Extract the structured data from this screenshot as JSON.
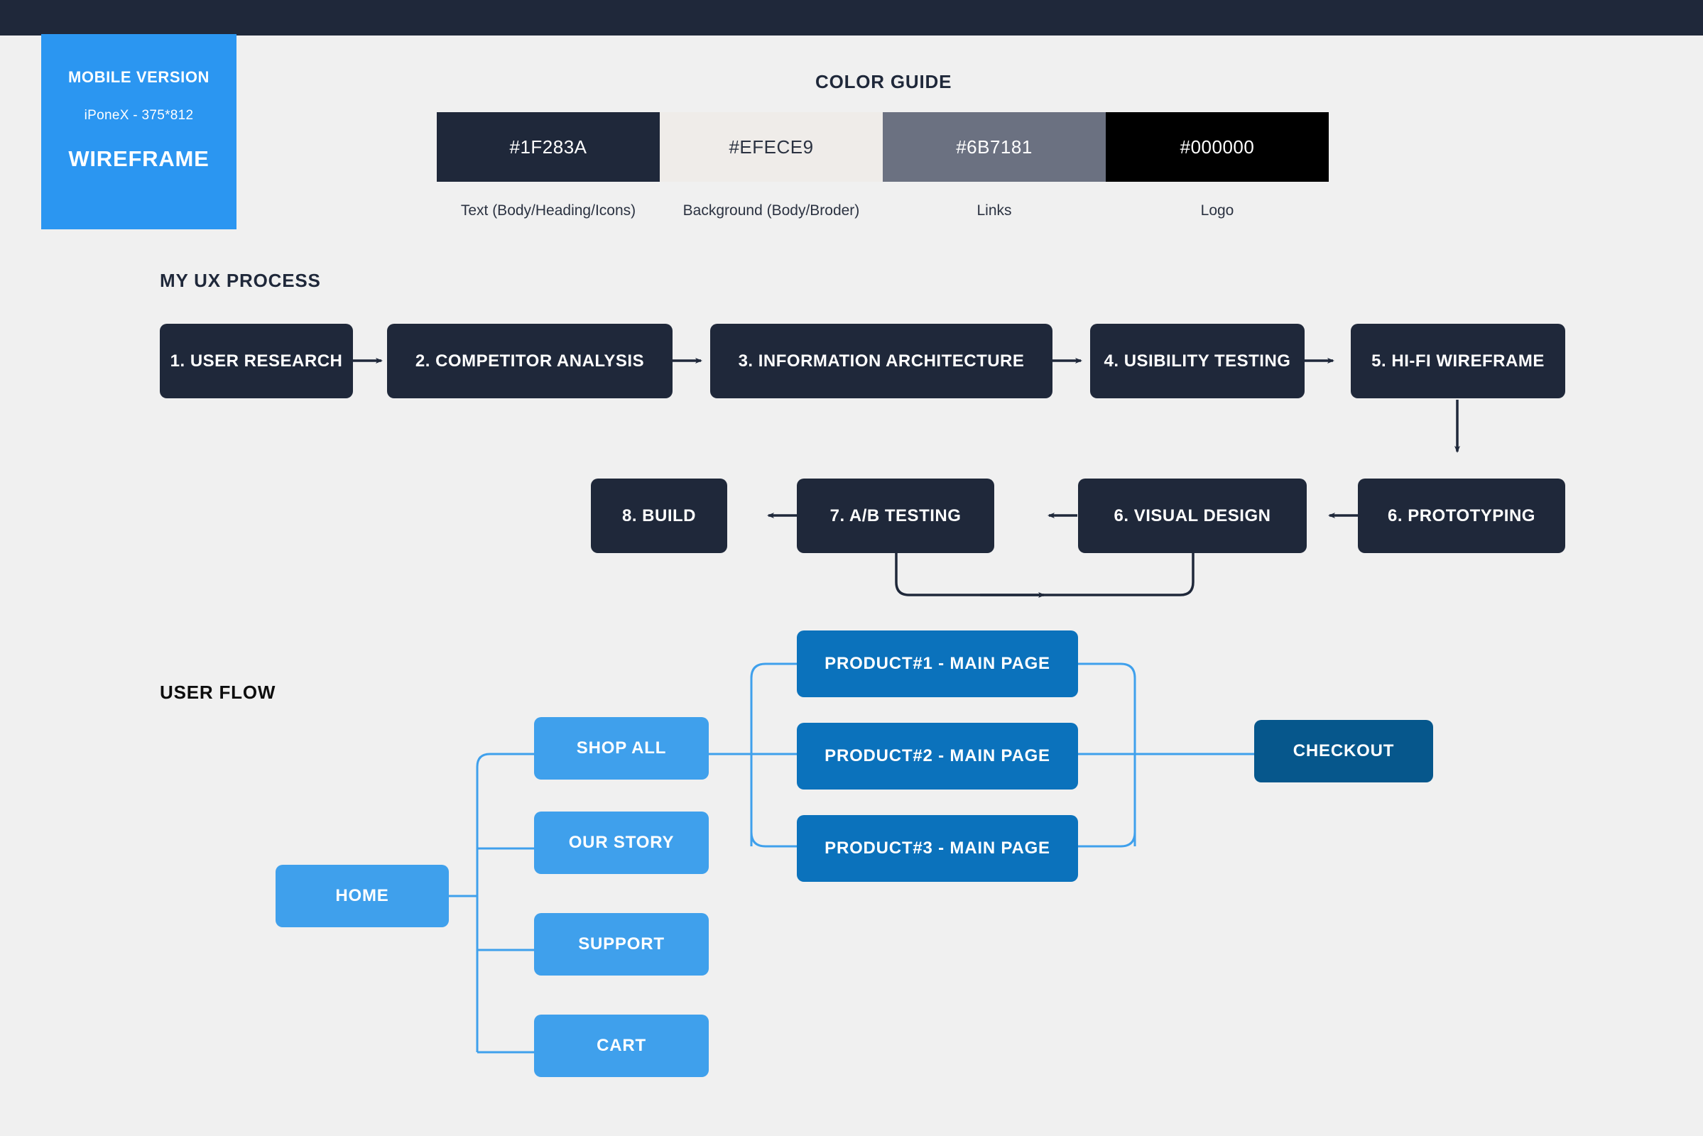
{
  "topbar": {
    "label": "top-dark-bar"
  },
  "wireframe_panel": {
    "title": "MOBILE VERSION",
    "subtitle": "iPoneX - 375*812",
    "big_label": "WIREFRAME"
  },
  "color_guide": {
    "title": "COLOR GUIDE",
    "swatches": [
      {
        "hex": "#1F283A",
        "label": "Text (Body/Heading/Icons)",
        "fill": "#1f283a",
        "text_color": "#ffffff"
      },
      {
        "hex": "#EFECE9",
        "label": "Background (Body/Broder)",
        "fill": "#efece9",
        "text_color": "#2b3241"
      },
      {
        "hex": "#6B7181",
        "label": "Links",
        "fill": "#6b7181",
        "text_color": "#ffffff"
      },
      {
        "hex": "#000000",
        "label": "Logo",
        "fill": "#000000",
        "text_color": "#ffffff"
      }
    ]
  },
  "ux_process": {
    "heading": "MY UX PROCESS",
    "steps": [
      {
        "label": "1. USER RESEARCH"
      },
      {
        "label": "2. COMPETITOR ANALYSIS"
      },
      {
        "label": "3. INFORMATION ARCHITECTURE"
      },
      {
        "label": "4. USIBILITY TESTING"
      },
      {
        "label": "5. HI-FI WIREFRAME"
      },
      {
        "label": "6. PROTOTYPING"
      },
      {
        "label": "6. VISUAL DESIGN"
      },
      {
        "label": "7. A/B TESTING"
      },
      {
        "label": "8. BUILD"
      }
    ]
  },
  "user_flow": {
    "heading": "USER FLOW",
    "root": {
      "label": "HOME"
    },
    "nav": [
      {
        "label": "SHOP ALL"
      },
      {
        "label": "OUR STORY"
      },
      {
        "label": "SUPPORT"
      },
      {
        "label": "CART"
      }
    ],
    "products": [
      {
        "label": "PRODUCT#1  - MAIN PAGE"
      },
      {
        "label": "PRODUCT#2 - MAIN PAGE"
      },
      {
        "label": "PRODUCT#3 - MAIN PAGE"
      }
    ],
    "checkout": {
      "label": "CHECKOUT"
    }
  },
  "palette": {
    "dark": "#1f283a",
    "canvas": "#f0f0f0",
    "brand_blue": "#2b96f1",
    "nav_blue": "#3fa0ec",
    "product_blue": "#0b72bc",
    "checkout_blue": "#06578c",
    "wire_blue": "#3fa0ec"
  }
}
